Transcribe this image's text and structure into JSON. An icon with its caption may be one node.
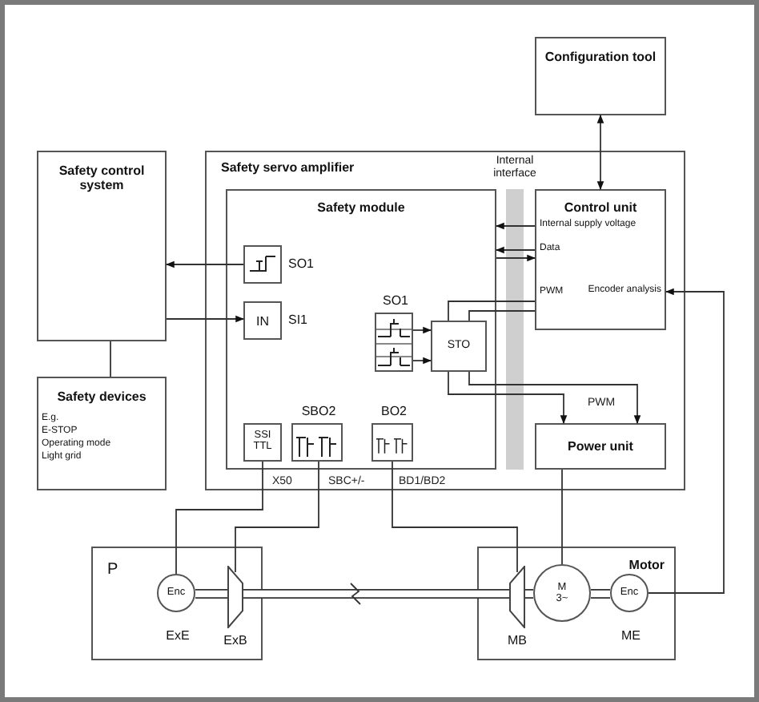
{
  "diagram": {
    "nodes": [
      {
        "text": [
          "Configuration tool"
        ]
      },
      {
        "text": [
          "Safety control system"
        ]
      },
      {
        "text": [
          "Safety servo amplifier"
        ]
      },
      {
        "text": [
          "Internal interface"
        ],
        "in": 2
      },
      {
        "text": [
          "Safety module"
        ],
        "in": 2
      },
      {
        "text": [
          "Control unit",
          "Internal supply voltage",
          "Data",
          "PWM",
          "Encoder analysis"
        ],
        "in": 2
      },
      {
        "text": [],
        "shape": "box",
        "in": 4,
        "beside": [
          "SO1"
        ]
      },
      {
        "text": [
          "IN"
        ],
        "in": 4,
        "beside": [
          "SI1"
        ]
      },
      {
        "text": [
          "SO1"
        ],
        "in": 4
      },
      {
        "text": [
          "STO"
        ],
        "in": 4
      },
      {
        "text": [
          "SSI TTL"
        ],
        "in": 4
      },
      {
        "text": [
          "SBO2"
        ],
        "in": 4
      },
      {
        "text": [
          "BO2"
        ],
        "in": 4
      },
      {
        "text": [
          "Power unit"
        ],
        "in": 2
      },
      {
        "text": [
          "Safety devices",
          "E.g.",
          "E-STOP",
          "Operating mode",
          "Light grid"
        ]
      },
      {
        "text": [
          "P"
        ]
      },
      {
        "text": [
          "Enc"
        ],
        "in": 15,
        "beside": [
          "ExE"
        ]
      },
      {
        "text": [],
        "shape": "trapezoid",
        "in": 15,
        "beside": [
          "ExB"
        ]
      },
      {
        "text": [
          "Motor"
        ]
      },
      {
        "text": [],
        "shape": "trapezoid",
        "in": 18,
        "beside": [
          "MB"
        ]
      },
      {
        "text": [
          "M 3~"
        ],
        "in": 18
      },
      {
        "text": [
          "Enc"
        ],
        "in": 18,
        "beside": [
          "ME"
        ]
      }
    ],
    "edges": [
      {
        "from": 0,
        "to": 5,
        "arrow": "both"
      },
      {
        "from": 6,
        "to": 1,
        "arrow": "to"
      },
      {
        "from": 1,
        "to": 7,
        "arrow": "to"
      },
      {
        "from": 1,
        "to": 14,
        "arrow": "none"
      },
      {
        "from": 5,
        "to": 4,
        "arrow": "to"
      },
      {
        "from": 5,
        "to": 4,
        "arrow": "to"
      },
      {
        "from": 4,
        "to": 5,
        "arrow": "to"
      },
      {
        "from": 5,
        "to": 9,
        "arrow": "none"
      },
      {
        "from": 5,
        "to": 9,
        "arrow": "none"
      },
      {
        "from": 8,
        "to": 9,
        "arrow": "to"
      },
      {
        "from": 8,
        "to": 9,
        "arrow": "to"
      },
      {
        "from": 9,
        "to": 13,
        "arrow": "to"
      },
      {
        "from": 9,
        "to": 13,
        "arrow": "to",
        "label": "PWM"
      },
      {
        "from": 13,
        "to": 20,
        "arrow": "none"
      },
      {
        "from": 21,
        "to": 5,
        "arrow": "to"
      },
      {
        "from": 10,
        "to": 16,
        "arrow": "none",
        "label": "X50"
      },
      {
        "from": 11,
        "to": 17,
        "arrow": "none",
        "label": "SBC+/-"
      },
      {
        "from": 12,
        "to": 19,
        "arrow": "none",
        "label": "BD1/BD2"
      },
      {
        "from": 16,
        "to": 17,
        "arrow": "none",
        "style": "thick"
      },
      {
        "from": 17,
        "to": 19,
        "arrow": "none",
        "style": "thick"
      },
      {
        "from": 19,
        "to": 20,
        "arrow": "none",
        "style": "thick"
      },
      {
        "from": 20,
        "to": 21,
        "arrow": "none",
        "style": "thick"
      }
    ]
  }
}
